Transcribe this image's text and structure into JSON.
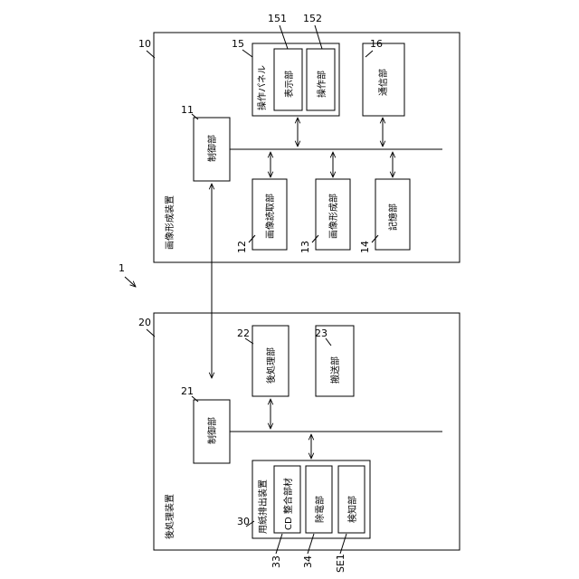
{
  "system_ref": "1",
  "image_forming_apparatus": {
    "ref": "10",
    "label": "画像形成装置",
    "control": {
      "ref": "11",
      "label": "制御部"
    },
    "reading": {
      "ref": "12",
      "label": "画像読取部"
    },
    "forming": {
      "ref": "13",
      "label": "画像形成部"
    },
    "storage": {
      "ref": "14",
      "label": "記憶部"
    },
    "operation_panel": {
      "ref": "15",
      "label": "操作パネル",
      "display": {
        "ref": "151",
        "label": "表示部"
      },
      "operation": {
        "ref": "152",
        "label": "操作部"
      }
    },
    "communication": {
      "ref": "16",
      "label": "通信部"
    }
  },
  "post_processing_apparatus": {
    "ref": "20",
    "label": "後処理装置",
    "control": {
      "ref": "21",
      "label": "制御部"
    },
    "post_processing": {
      "ref": "22",
      "label": "後処理部"
    },
    "transport": {
      "ref": "23",
      "label": "搬送部"
    },
    "discharge_device": {
      "ref": "30",
      "label": "用紙排出装置",
      "engaging_member": {
        "ref": "33",
        "label": "CD 整合部材"
      },
      "static_eliminator": {
        "ref": "34",
        "label": "除電部"
      },
      "detector": {
        "ref": "SE1",
        "label": "検知部"
      }
    }
  }
}
